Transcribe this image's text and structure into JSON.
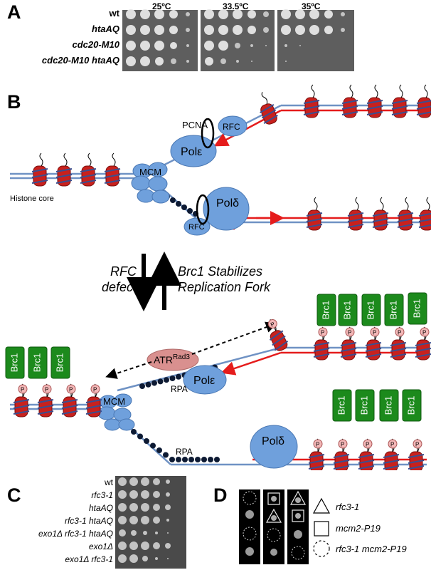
{
  "panels": {
    "a": "A",
    "b": "B",
    "c": "C",
    "d": "D"
  },
  "panel_a": {
    "strains": [
      "wt",
      "htaAQ",
      "cdc20-M10",
      "cdc20-M10 htaAQ"
    ],
    "temperatures": [
      "25ºC",
      "33.5ºC",
      "35ºC"
    ]
  },
  "panel_b": {
    "labels": {
      "mcm": "MCM",
      "pcna": "PCNA",
      "rfc": "RFC",
      "pol_epsilon": "Polε",
      "pol_delta": "Polδ",
      "histone_core": "Histone core",
      "atr": "ATR",
      "atr_sup": "Rad3",
      "rpa": "RPA",
      "brc1": "Brc1",
      "phospho": "P"
    },
    "arrow_down_label": [
      "RFC",
      "defect"
    ],
    "arrow_up_label": [
      "Brc1 Stabilizes",
      "Replication Fork"
    ],
    "colors": {
      "dna": "#6f92c4",
      "protein": "#6fa0dc",
      "nucleosome": "#c8211d",
      "brc1": "#1c8a1c",
      "atr": "#d9908f",
      "new_strand": "#e51c1c"
    }
  },
  "panel_c": {
    "strains": [
      "wt",
      "rfc3-1",
      "htaAQ",
      "rfc3-1 htaAQ",
      "exo1Δ rfc3-1 htaAQ",
      "exo1Δ",
      "exo1Δ rfc3-1"
    ]
  },
  "panel_d": {
    "legend": [
      "rfc3-1",
      "mcm2-P19",
      "rfc3-1 mcm2-P19"
    ]
  }
}
